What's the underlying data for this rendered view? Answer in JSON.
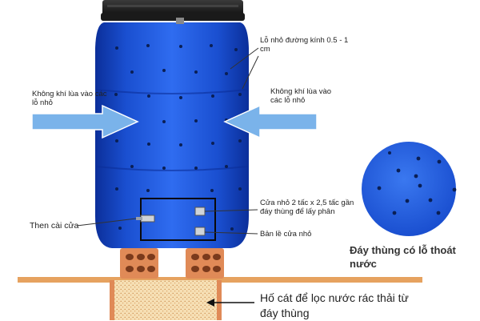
{
  "labels": {
    "hole_diameter": "Lỗ nhỏ đường kính 0.5 - 1 cm",
    "air_left": "Không khí lùa vào các lỗ nhỏ",
    "air_right": "Không khí lùa vào các lỗ nhỏ",
    "small_door": "Cửa nhỏ 2 tấc x 2,5 tấc gần đáy thùng để lấy phân",
    "door_latch": "Then cài cửa",
    "door_hinge": "Bản lề cửa nhỏ",
    "barrel_bottom": "Đáy thùng có lỗ thoát nước",
    "sand_pit": "Hố cát để lọc nước rác thải từ đáy thùng"
  },
  "colors": {
    "barrel_blue": "#1f5be0",
    "barrel_dark": "#0b2f9a",
    "arrow_blue": "#7ab3ea",
    "brick_orange": "#e08a57",
    "ground_orange": "#e6a25f",
    "sand": "#f6dfb4"
  },
  "icons": {
    "airflow": "right-arrow-icon",
    "sand_arrow": "left-arrow-icon"
  }
}
